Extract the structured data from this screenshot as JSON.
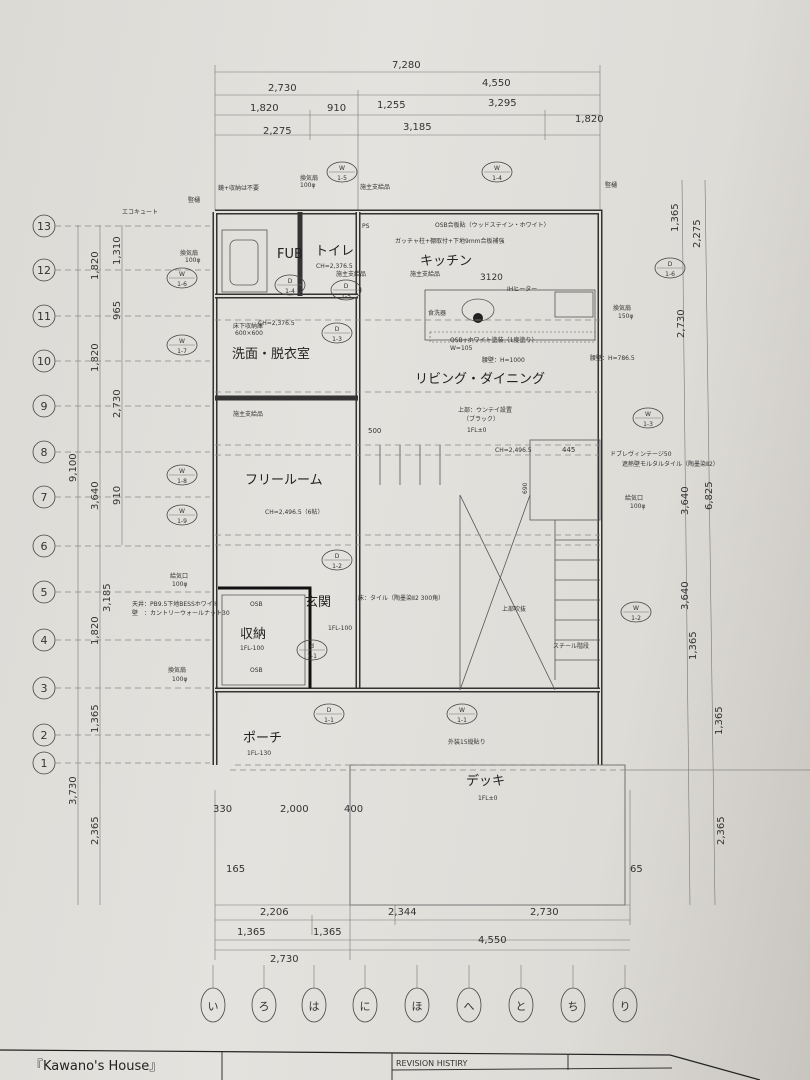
{
  "dimensions": {
    "top": [
      "7,280",
      "2,730",
      "4,550",
      "1,820",
      "910",
      "1,255",
      "3,295",
      "2,275",
      "3,185",
      "1,820"
    ],
    "left": [
      "1,820",
      "1,310",
      "965",
      "1,820",
      "2,730",
      "9,100",
      "3,640",
      "910",
      "3,185",
      "1,820",
      "1,365",
      "3,730",
      "2,365"
    ],
    "right": [
      "1,365",
      "2,275",
      "2,730",
      "3,640",
      "6,825",
      "3,640",
      "1,365",
      "1,365",
      "2,365"
    ],
    "bottom": [
      "330",
      "2,000",
      "400",
      "165",
      "65",
      "2,206",
      "2,344",
      "2,730",
      "1,365",
      "1,365",
      "4,550",
      "2,730"
    ]
  },
  "grid_rows": [
    "13",
    "12",
    "11",
    "10",
    "9",
    "8",
    "7",
    "6",
    "5",
    "4",
    "3",
    "2",
    "1"
  ],
  "grid_columns": [
    "い",
    "ろ",
    "は",
    "に",
    "ほ",
    "へ",
    "と",
    "ち",
    "り"
  ],
  "rooms": {
    "fub": "FUB",
    "toilet": "トイレ",
    "kitchen": "キッチン",
    "kitchen_width": "3120",
    "washroom": "洗面・脱衣室",
    "living": "リビング・ダイニング",
    "free_room": "フリールーム",
    "entrance": "玄関",
    "entrance_level": "1FL-100",
    "storage": "収納",
    "storage_level": "1FL-100",
    "porch": "ポーチ",
    "porch_level": "1FL-130",
    "deck": "デッキ",
    "deck_level": "1FL±0"
  },
  "annotations": {
    "shelf_note": "鏡+収納は不要",
    "vent_top": "換気扇",
    "vent_top_size": "100φ",
    "owner_supplied_1": "施主支給品",
    "owner_supplied_2": "施主支給品",
    "owner_supplied_3": "施主支給品",
    "owner_supplied_4": "施主支給品",
    "gutter_left": "竪樋",
    "gutter_right": "竪樋",
    "ecocute": "エコキュート",
    "vent_left": "換気扇",
    "vent_left_size": "100φ",
    "osb_wall": "OSB合板貼（ウッドステイン・ホワイト）",
    "post_note": "ガッチャ柱+棚取付+下地9mm合板補強",
    "ch_toilet": "CH=2,376.5",
    "ch_wash": "CH=2,376.5",
    "ih": "IHヒーター",
    "dishwasher": "食洗器",
    "vent_kitchen": "換気扇",
    "vent_kitchen_size": "150φ",
    "counter": "OSB+ホワイト塗装（1度塗り）",
    "counter_w": "W=105",
    "waist_wall": "腰壁：H=1000",
    "waist_wall_right": "腰壁：H=786.5",
    "underfloor": "床下収納庫",
    "underfloor_size": "600×600",
    "dim_500": "500",
    "upper_ladder": "上部：ウンテイ設置",
    "upper_ladder_color": "（ブラック）",
    "fl0": "1FL±0",
    "ch_living": "CH=2,496.5",
    "dim_445": "445",
    "dim_690": "690",
    "stove": "ドブレヴィンテージ50",
    "heat_wall": "遮熱壁モルタルタイル（陶墨染Ⅱ2）",
    "supply_right": "給気口",
    "supply_right_size": "100φ",
    "ch_free": "CH=2,496.5（6帖）",
    "supply_left": "給気口",
    "supply_left_size": "100φ",
    "ceiling_note": "天井：PB9.5下地BESSホワイト",
    "wall_note": "壁　：カントリーウォールナット30",
    "floor_tile": "床：タイル（陶墨染Ⅱ2 300角）",
    "void": "上部吹抜",
    "steel_stair": "スチール階段",
    "osb_1": "OSB",
    "osb_2": "OSB",
    "vent_storage": "換気扇",
    "vent_storage_size": "100φ",
    "siding": "外装15縦貼り",
    "ps": "PS"
  },
  "tags": {
    "w15": [
      "W",
      "1-5"
    ],
    "w14": [
      "W",
      "1-4"
    ],
    "w16": [
      "W",
      "1-6"
    ],
    "w17": [
      "W",
      "1-7"
    ],
    "w18": [
      "W",
      "1-8"
    ],
    "w19": [
      "W",
      "1-9"
    ],
    "w13": [
      "W",
      "1-3"
    ],
    "w12": [
      "W",
      "1-2"
    ],
    "w11": [
      "W",
      "1-1"
    ],
    "d14": [
      "D",
      "1-4"
    ],
    "d15": [
      "D",
      "1-5"
    ],
    "d13": [
      "D",
      "1-3"
    ],
    "d16": [
      "D",
      "1-6"
    ],
    "d12": [
      "D",
      "1-2"
    ],
    "d11": [
      "D",
      "1-1"
    ],
    "d11b": [
      "d",
      "1-1"
    ]
  },
  "title_block": {
    "project": "『Kawano's House』",
    "revision": "REVISION HISTIRY"
  }
}
